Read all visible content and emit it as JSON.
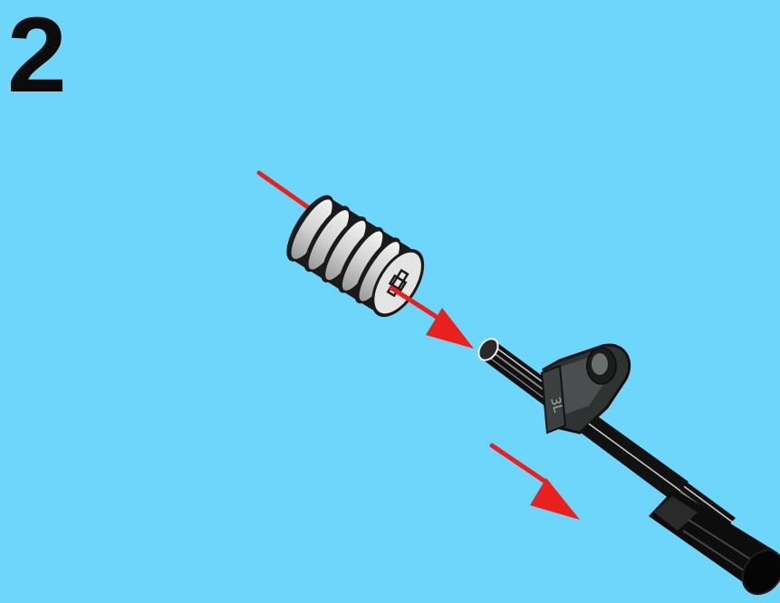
{
  "step": {
    "number": "2"
  },
  "parts": {
    "worm_gear": "worm-gear",
    "axle": "axle",
    "connector": "axle-connector",
    "bushing": "bushing"
  },
  "colors": {
    "background": "#6fd6fb",
    "arrow": "#e8201e",
    "worm_gear": "#d6d6d6",
    "axle": "#111111",
    "connector": "#3c3f3f"
  },
  "connector_label": "3L"
}
